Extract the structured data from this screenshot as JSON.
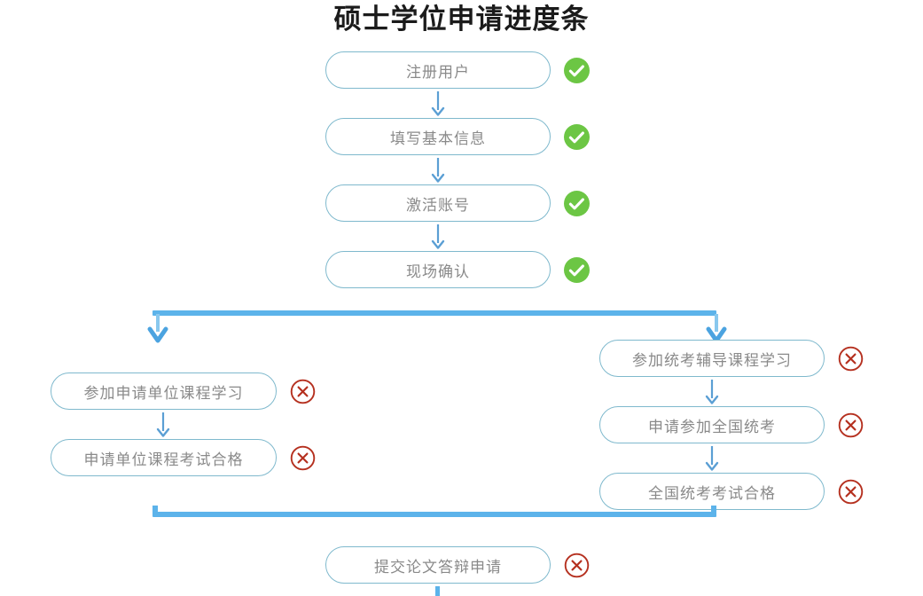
{
  "page": {
    "title": "硕士学位申请进度条",
    "colors": {
      "node_border": "#7fb9cd",
      "node_text": "#8a8a8a",
      "connector": "#5cb3ea",
      "thin_arrow": "#5b9fd4",
      "done": "#6cc644",
      "not_done": "#b5301f",
      "title_text": "#1b1b1b",
      "background": "#ffffff"
    }
  },
  "flow": {
    "main_steps": [
      {
        "label": "注册用户",
        "status": "done",
        "status_icon": "check-circle-icon"
      },
      {
        "label": "填写基本信息",
        "status": "done",
        "status_icon": "check-circle-icon"
      },
      {
        "label": "激活账号",
        "status": "done",
        "status_icon": "check-circle-icon"
      },
      {
        "label": "现场确认",
        "status": "done",
        "status_icon": "check-circle-icon"
      }
    ],
    "left_branch": [
      {
        "label": "参加申请单位课程学习",
        "status": "not-done",
        "status_icon": "x-circle-icon"
      },
      {
        "label": "申请单位课程考试合格",
        "status": "not-done",
        "status_icon": "x-circle-icon"
      }
    ],
    "right_branch": [
      {
        "label": "参加统考辅导课程学习",
        "status": "not-done",
        "status_icon": "x-circle-icon"
      },
      {
        "label": "申请参加全国统考",
        "status": "not-done",
        "status_icon": "x-circle-icon"
      },
      {
        "label": "全国统考考试合格",
        "status": "not-done",
        "status_icon": "x-circle-icon"
      }
    ],
    "final_steps": [
      {
        "label": "提交论文答辩申请",
        "status": "not-done",
        "status_icon": "x-circle-icon"
      }
    ]
  }
}
